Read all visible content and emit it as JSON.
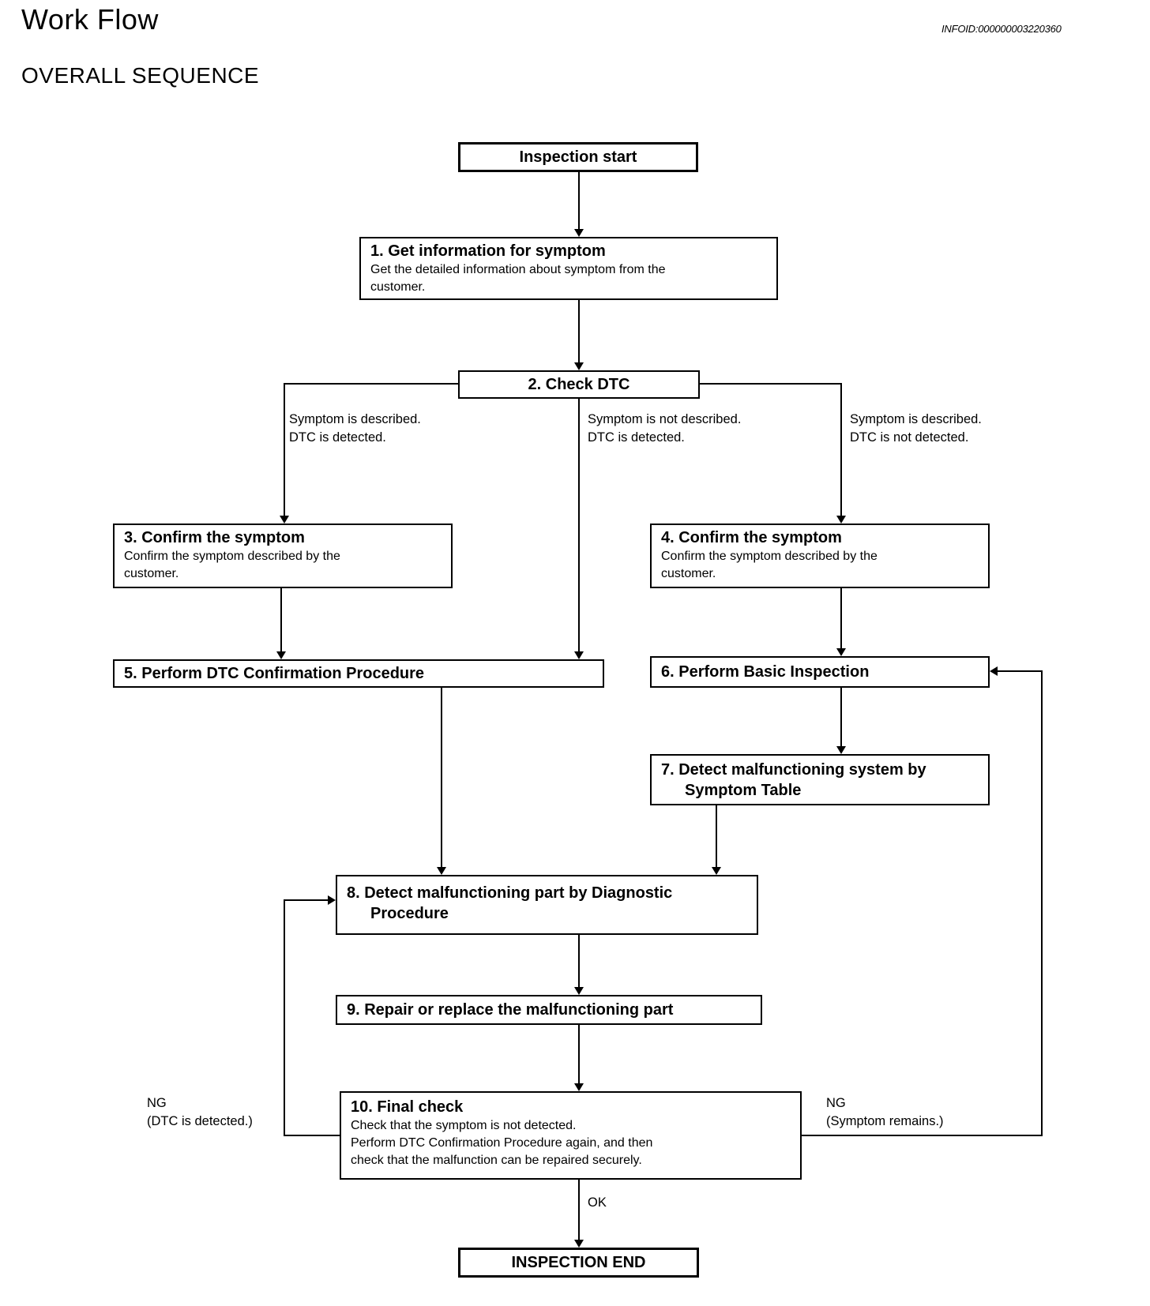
{
  "header": {
    "title": "Work Flow",
    "infoid": "INFOID:000000003220360",
    "section": "OVERALL SEQUENCE"
  },
  "colors": {
    "ink": "#000000",
    "paper": "#ffffff"
  },
  "flowchart": {
    "start": {
      "label": "Inspection start"
    },
    "step1": {
      "title": "1. Get information for symptom",
      "body_line1": "Get the detailed information about symptom from the",
      "body_line2": "customer."
    },
    "step2": {
      "title": "2. Check DTC"
    },
    "branch_left": {
      "line1": "Symptom is described.",
      "line2": "DTC is detected."
    },
    "branch_middle": {
      "line1": "Symptom is not described.",
      "line2": "DTC is detected."
    },
    "branch_right": {
      "line1": "Symptom is described.",
      "line2": "DTC is not detected."
    },
    "step3": {
      "title": "3. Confirm the symptom",
      "body_line1": "Confirm the symptom described by the",
      "body_line2": "customer."
    },
    "step4": {
      "title": "4. Confirm the symptom",
      "body_line1": "Confirm the symptom described by the",
      "body_line2": "customer."
    },
    "step5": {
      "title": "5. Perform DTC Confirmation Procedure"
    },
    "step6": {
      "title": "6. Perform Basic Inspection"
    },
    "step7": {
      "title_line1": "7. Detect malfunctioning system by",
      "title_line2": "Symptom Table"
    },
    "step8": {
      "title_line1": "8. Detect malfunctioning part by Diagnostic",
      "title_line2": "Procedure"
    },
    "step9": {
      "title": "9. Repair or replace the malfunctioning part"
    },
    "step10": {
      "title": "10. Final check",
      "body_line1": "Check that the symptom is not detected.",
      "body_line2": "Perform DTC Confirmation Procedure again, and then",
      "body_line3": "check that the malfunction can be repaired securely."
    },
    "end": {
      "label": "INSPECTION END"
    },
    "ok_label": "OK",
    "ng_left": {
      "line1": "NG",
      "line2": "(DTC is detected.)"
    },
    "ng_right": {
      "line1": "NG",
      "line2": "(Symptom remains.)"
    }
  }
}
